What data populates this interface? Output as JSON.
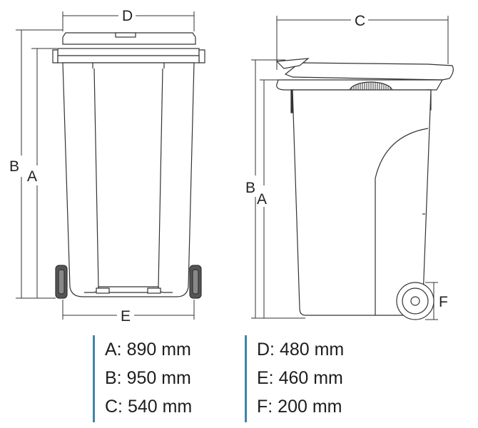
{
  "dimension_letters": {
    "front_top": "D",
    "front_height_outer": "B",
    "front_height_inner": "A",
    "front_bottom": "E",
    "side_top": "C",
    "side_height_outer": "B",
    "side_height_inner": "A",
    "side_wheel": "F"
  },
  "specs": {
    "left": [
      {
        "text": "A: 890 mm"
      },
      {
        "text": "B: 950 mm"
      },
      {
        "text": "C: 540 mm"
      }
    ],
    "right": [
      {
        "text": "D: 480 mm"
      },
      {
        "text": "E: 460 mm"
      },
      {
        "text": "F: 200 mm"
      }
    ]
  },
  "colors": {
    "line": "#333333",
    "accent": "#3f86a8",
    "fill": "#ffffff"
  }
}
